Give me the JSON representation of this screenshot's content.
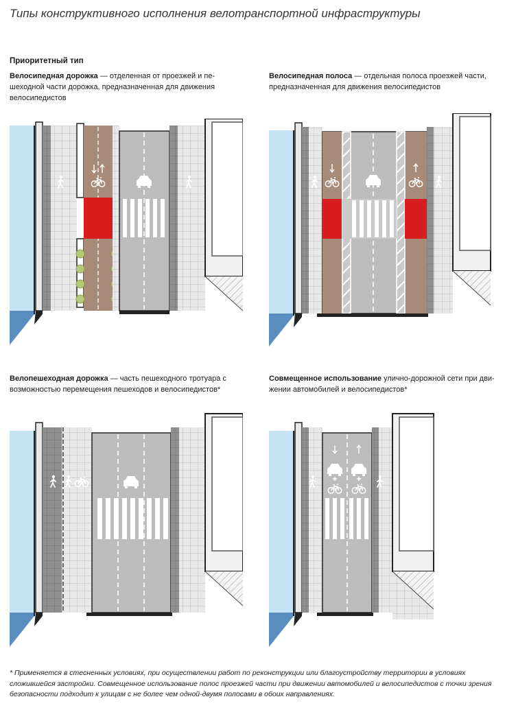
{
  "title": "Типы конструктивного исполнения велотранспортной инфраструктуры",
  "section_label": "Приоритетный тип",
  "panels": [
    {
      "id": "bike-path",
      "term": "Велосипедная дорожка",
      "desc": " — отделенная от проезжей и пе-шеходной части дорожка, предназначенная для движения велосипедистов"
    },
    {
      "id": "bike-lane",
      "term": "Велосипедная полоса",
      "desc": " — отдельная полоса проезжей части, предназначенная для движения велосипедистов"
    },
    {
      "id": "shared-path",
      "term": "Велопешеходная дорожка",
      "desc": " — часть пешеходного тротуара с возможностью перемещения пешеходов и велосипедистов*"
    },
    {
      "id": "mixed-traffic",
      "term": "Совмещенное использование",
      "desc": " улично-дорожной сети при дви-жении автомобилей и велосипедистов*"
    }
  ],
  "footnote": "* Применяется в стесненных условиях, при осуществлении работ по реконструкции или благоустройству территории в условиях сложившейся застройки. Совмещенное использование полос проезжей части при движении автомобилей и велосипедистов с точки зрения безопасности подходит к улицам с не более чем одной-двумя полосами в обоих направлениях.",
  "colors": {
    "water": "#c5e3f5",
    "water_dark": "#5b8ec0",
    "road": "#bcbcbc",
    "sidewalk": "#e6e6e6",
    "bike_path": "#a88a78",
    "conflict_red": "#d71d1d",
    "tree": "#b5c97a",
    "building": "#f2f2f2"
  },
  "icons": [
    "pedestrian-icon",
    "bicycle-icon",
    "car-icon",
    "arrow-up-icon",
    "arrow-down-icon",
    "plus-icon"
  ]
}
